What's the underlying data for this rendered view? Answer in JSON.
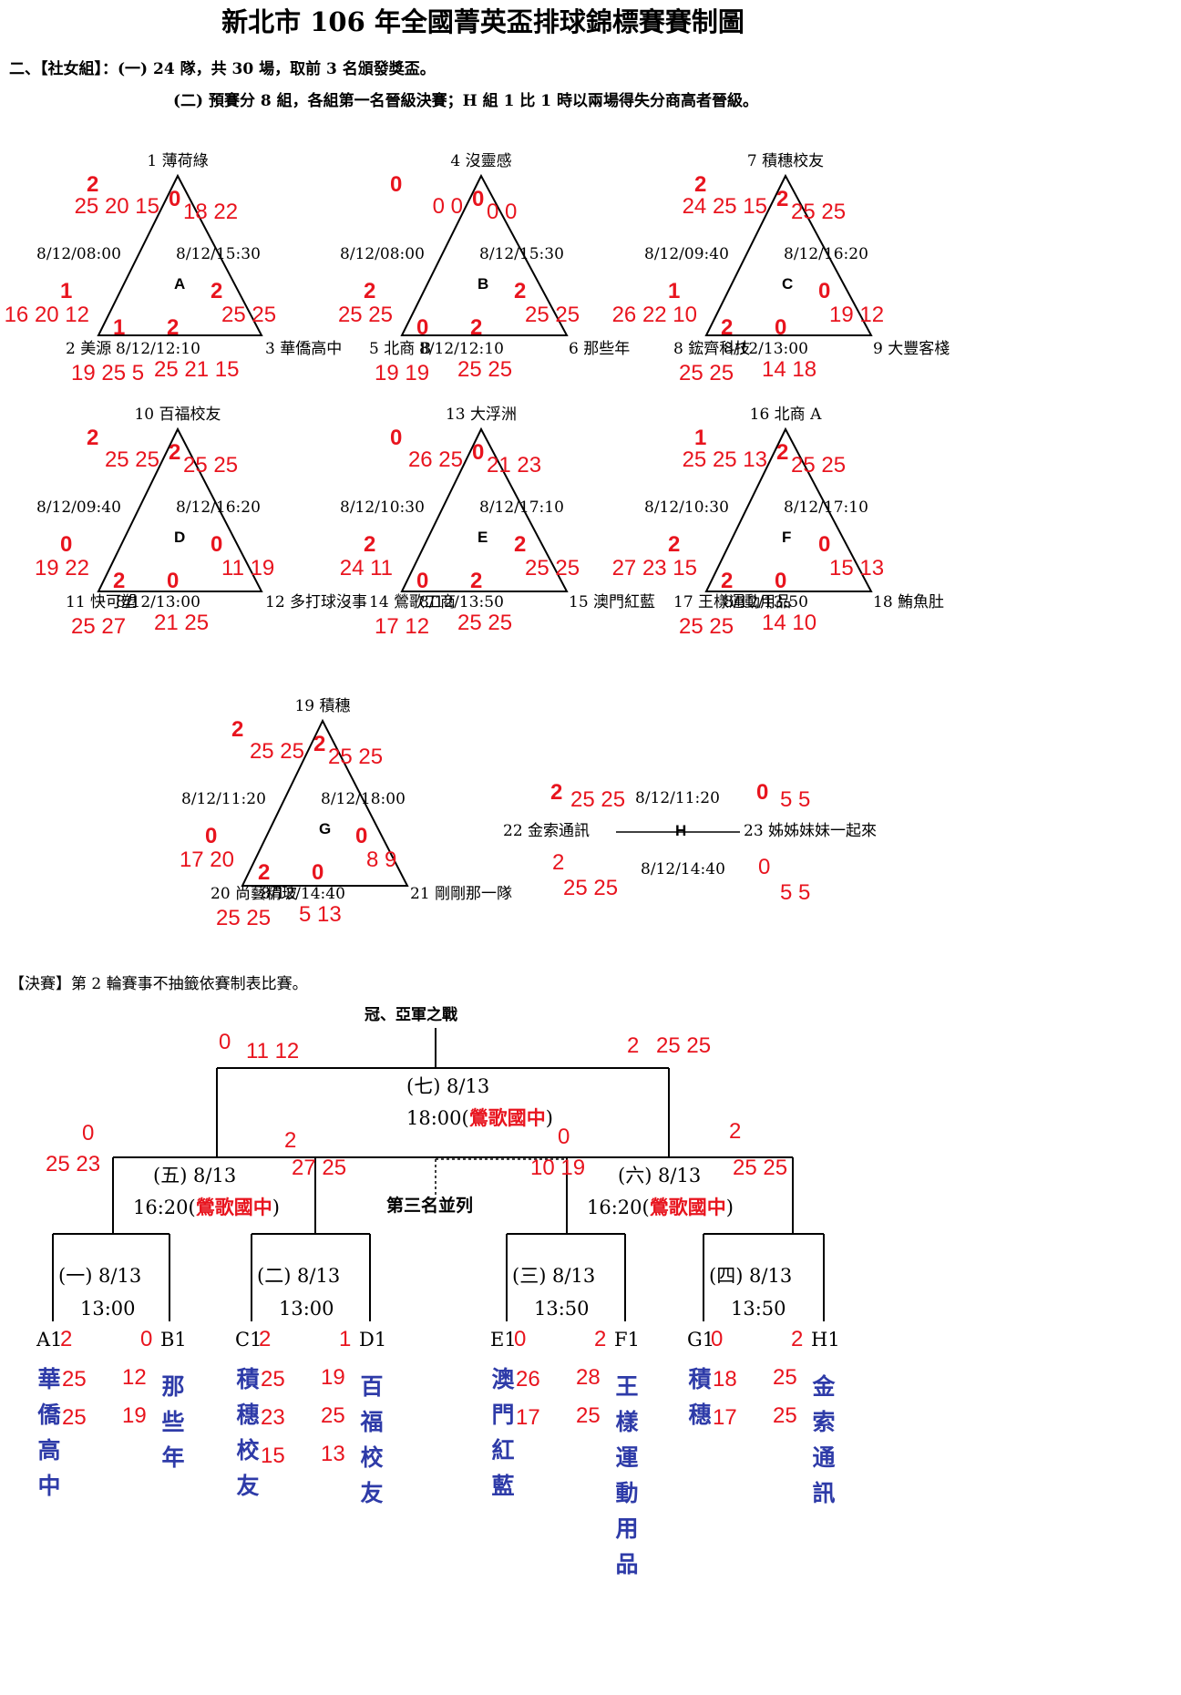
{
  "title": "新北市 106 年全國菁英盃排球錦標賽賽制圖",
  "rules": {
    "line1": "二、【社女組】：(一) 24 隊，共 30 場，取前 3 名頒發獎盃。",
    "line2": "(二) 預賽分 8 組，各組第一名晉級決賽；H 組 1 比 1 時以兩場得失分商高者晉級。"
  },
  "groups": [
    {
      "letter": "A",
      "top": "1 薄荷綠",
      "left": "2 美源",
      "right": "3 華僑高中",
      "t_left": "8/12/08:00",
      "t_right": "8/12/15:30",
      "t_bottom": "8/12/12:10",
      "s_tl_sets": "2",
      "s_tl": "25 20 15",
      "s_tr_sets": "0",
      "s_tr": "18 22",
      "s_bl_sets": "1",
      "s_bl": "16 20 12",
      "s_br_sets": "2",
      "s_br": "25 25",
      "s_bb_l_sets": "1",
      "s_bb_l": "19 25 5",
      "s_bb_r_sets": "2",
      "s_bb_r": "25 21 15"
    },
    {
      "letter": "B",
      "top": "4 沒靈感",
      "left": "5 北商 B",
      "right": "6 那些年",
      "t_left": "8/12/08:00",
      "t_right": "8/12/15:30",
      "t_bottom": "8/12/12:10",
      "s_tl_sets": "0",
      "s_tl": "0 0",
      "s_tr_sets": "0",
      "s_tr": "0 0",
      "s_bl_sets": "2",
      "s_bl": "25 25",
      "s_br_sets": "2",
      "s_br": "25 25",
      "s_bb_l_sets": "0",
      "s_bb_l": "19 19",
      "s_bb_r_sets": "2",
      "s_bb_r": "25 25"
    },
    {
      "letter": "C",
      "top": "7 積穗校友",
      "left": "8 鋐齊科技",
      "right": "9 大豐客棧",
      "t_left": "8/12/09:40",
      "t_right": "8/12/16:20",
      "t_bottom": "8/12/13:00",
      "s_tl_sets": "2",
      "s_tl": "24 25 15",
      "s_tr_sets": "2",
      "s_tr": "25 25",
      "s_bl_sets": "1",
      "s_bl": "26 22 10",
      "s_br_sets": "0",
      "s_br": "19 12",
      "s_bb_l_sets": "2",
      "s_bb_l": "25 25",
      "s_bb_r_sets": "0",
      "s_bb_r": "14 18"
    },
    {
      "letter": "D",
      "top": "10 百福校友",
      "left": "11 快可塑",
      "right": "12 多打球沒事",
      "t_left": "8/12/09:40",
      "t_right": "8/12/16:20",
      "t_bottom": "8/12/13:00",
      "s_tl_sets": "2",
      "s_tl": "25 25",
      "s_tr_sets": "2",
      "s_tr": "25 25",
      "s_bl_sets": "0",
      "s_bl": "19 22",
      "s_br_sets": "0",
      "s_br": "11 19",
      "s_bb_l_sets": "2",
      "s_bb_l": "25 27",
      "s_bb_r_sets": "0",
      "s_bb_r": "21 25"
    },
    {
      "letter": "E",
      "top": "13 大浮洲",
      "left": "14 鶯歌工商",
      "right": "15 澳門紅藍",
      "t_left": "8/12/10:30",
      "t_right": "8/12/17:10",
      "t_bottom": "8/12/13:50",
      "s_tl_sets": "0",
      "s_tl": "26 25",
      "s_tr_sets": "0",
      "s_tr": "21 23",
      "s_bl_sets": "2",
      "s_bl": "24 11",
      "s_br_sets": "2",
      "s_br": "25 25",
      "s_bb_l_sets": "0",
      "s_bb_l": "17 12",
      "s_bb_r_sets": "2",
      "s_bb_r": "25 25"
    },
    {
      "letter": "F",
      "top": "16 北商 A",
      "left": "17 王樣運動用品",
      "right": "18 鮪魚肚",
      "t_left": "8/12/10:30",
      "t_right": "8/12/17:10",
      "t_bottom": "8/12/13:50",
      "s_tl_sets": "1",
      "s_tl": "25 25 13",
      "s_tr_sets": "2",
      "s_tr": "25 25",
      "s_bl_sets": "2",
      "s_bl": "27 23 15",
      "s_br_sets": "0",
      "s_br": "15 13",
      "s_bb_l_sets": "2",
      "s_bb_l": "25 25",
      "s_bb_r_sets": "0",
      "s_bb_r": "14 10"
    },
    {
      "letter": "G",
      "top": "19 積穗",
      "left": "20 尚藝精玻",
      "right": "21 剛剛那一隊",
      "t_left": "8/12/11:20",
      "t_right": "8/12/18:00",
      "t_bottom": "8/12/14:40",
      "s_tl_sets": "2",
      "s_tl": "25 25",
      "s_tr_sets": "2",
      "s_tr": "25 25",
      "s_bl_sets": "0",
      "s_bl": "17 20",
      "s_br_sets": "0",
      "s_br": "8 9",
      "s_bb_l_sets": "2",
      "s_bb_l": "25 25",
      "s_bb_r_sets": "0",
      "s_bb_r": "5 13"
    }
  ],
  "groupH": {
    "letter": "H",
    "left": "22 金索通訊",
    "right": "23 姊姊妹妹一起來",
    "t1": "8/12/11:20",
    "t2": "8/12/14:40",
    "l1_sets": "2",
    "l1": "25 25",
    "r1_sets": "0",
    "r1": "5 5",
    "l2_sets": "2",
    "l2": "25 25",
    "r2_sets": "0",
    "r2": "5 5"
  },
  "finals": {
    "header": "【決賽】第 2 輪賽事不抽籤依賽制表比賽。",
    "champ_label": "冠、亞軍之戰",
    "third_label": "第三名並列",
    "venue": "鶯歌國中",
    "m7": {
      "num": "(七) 8/13",
      "time": "18:00(",
      "close": ")",
      "l_sets": "0",
      "l": "11 12",
      "r_sets": "2",
      "r": "25 25"
    },
    "m5": {
      "num": "(五) 8/13",
      "time": "16:20(",
      "close": ")",
      "l_sets": "0",
      "l": "25 23",
      "r_sets": "2",
      "r": "27 25"
    },
    "m6": {
      "num": "(六) 8/13",
      "time": "16:20(",
      "close": ")",
      "l_sets": "0",
      "l": "10 19",
      "r_sets": "2",
      "r": "25 25"
    },
    "m1": {
      "num": "(一) 8/13",
      "time": "13:00",
      "a": "A1",
      "b": "B1",
      "a_sets": "2",
      "b_sets": "0",
      "a_s1": "25",
      "a_s2": "25",
      "b_s1": "12",
      "b_s2": "19",
      "a_team": "華僑高中",
      "b_team": "那些年"
    },
    "m2": {
      "num": "(二) 8/13",
      "time": "13:00",
      "a": "C1",
      "b": "D1",
      "a_sets": "2",
      "b_sets": "1",
      "a_s1": "25",
      "a_s2": "23",
      "a_s3": "15",
      "b_s1": "19",
      "b_s2": "25",
      "b_s3": "13",
      "a_team": "積穗校友",
      "b_team": "百福校友"
    },
    "m3": {
      "num": "(三) 8/13",
      "time": "13:50",
      "a": "E1",
      "b": "F1",
      "a_sets": "0",
      "b_sets": "2",
      "a_s1": "26",
      "a_s2": "17",
      "b_s1": "28",
      "b_s2": "25",
      "a_team": "澳門紅藍",
      "b_team": "王樣運動用品"
    },
    "m4": {
      "num": "(四) 8/13",
      "time": "13:50",
      "a": "G1",
      "b": "H1",
      "a_sets": "0",
      "b_sets": "2",
      "a_s1": "18",
      "a_s2": "17",
      "b_s1": "25",
      "b_s2": "25",
      "a_team": "積穗",
      "b_team": "金索通訊"
    }
  }
}
